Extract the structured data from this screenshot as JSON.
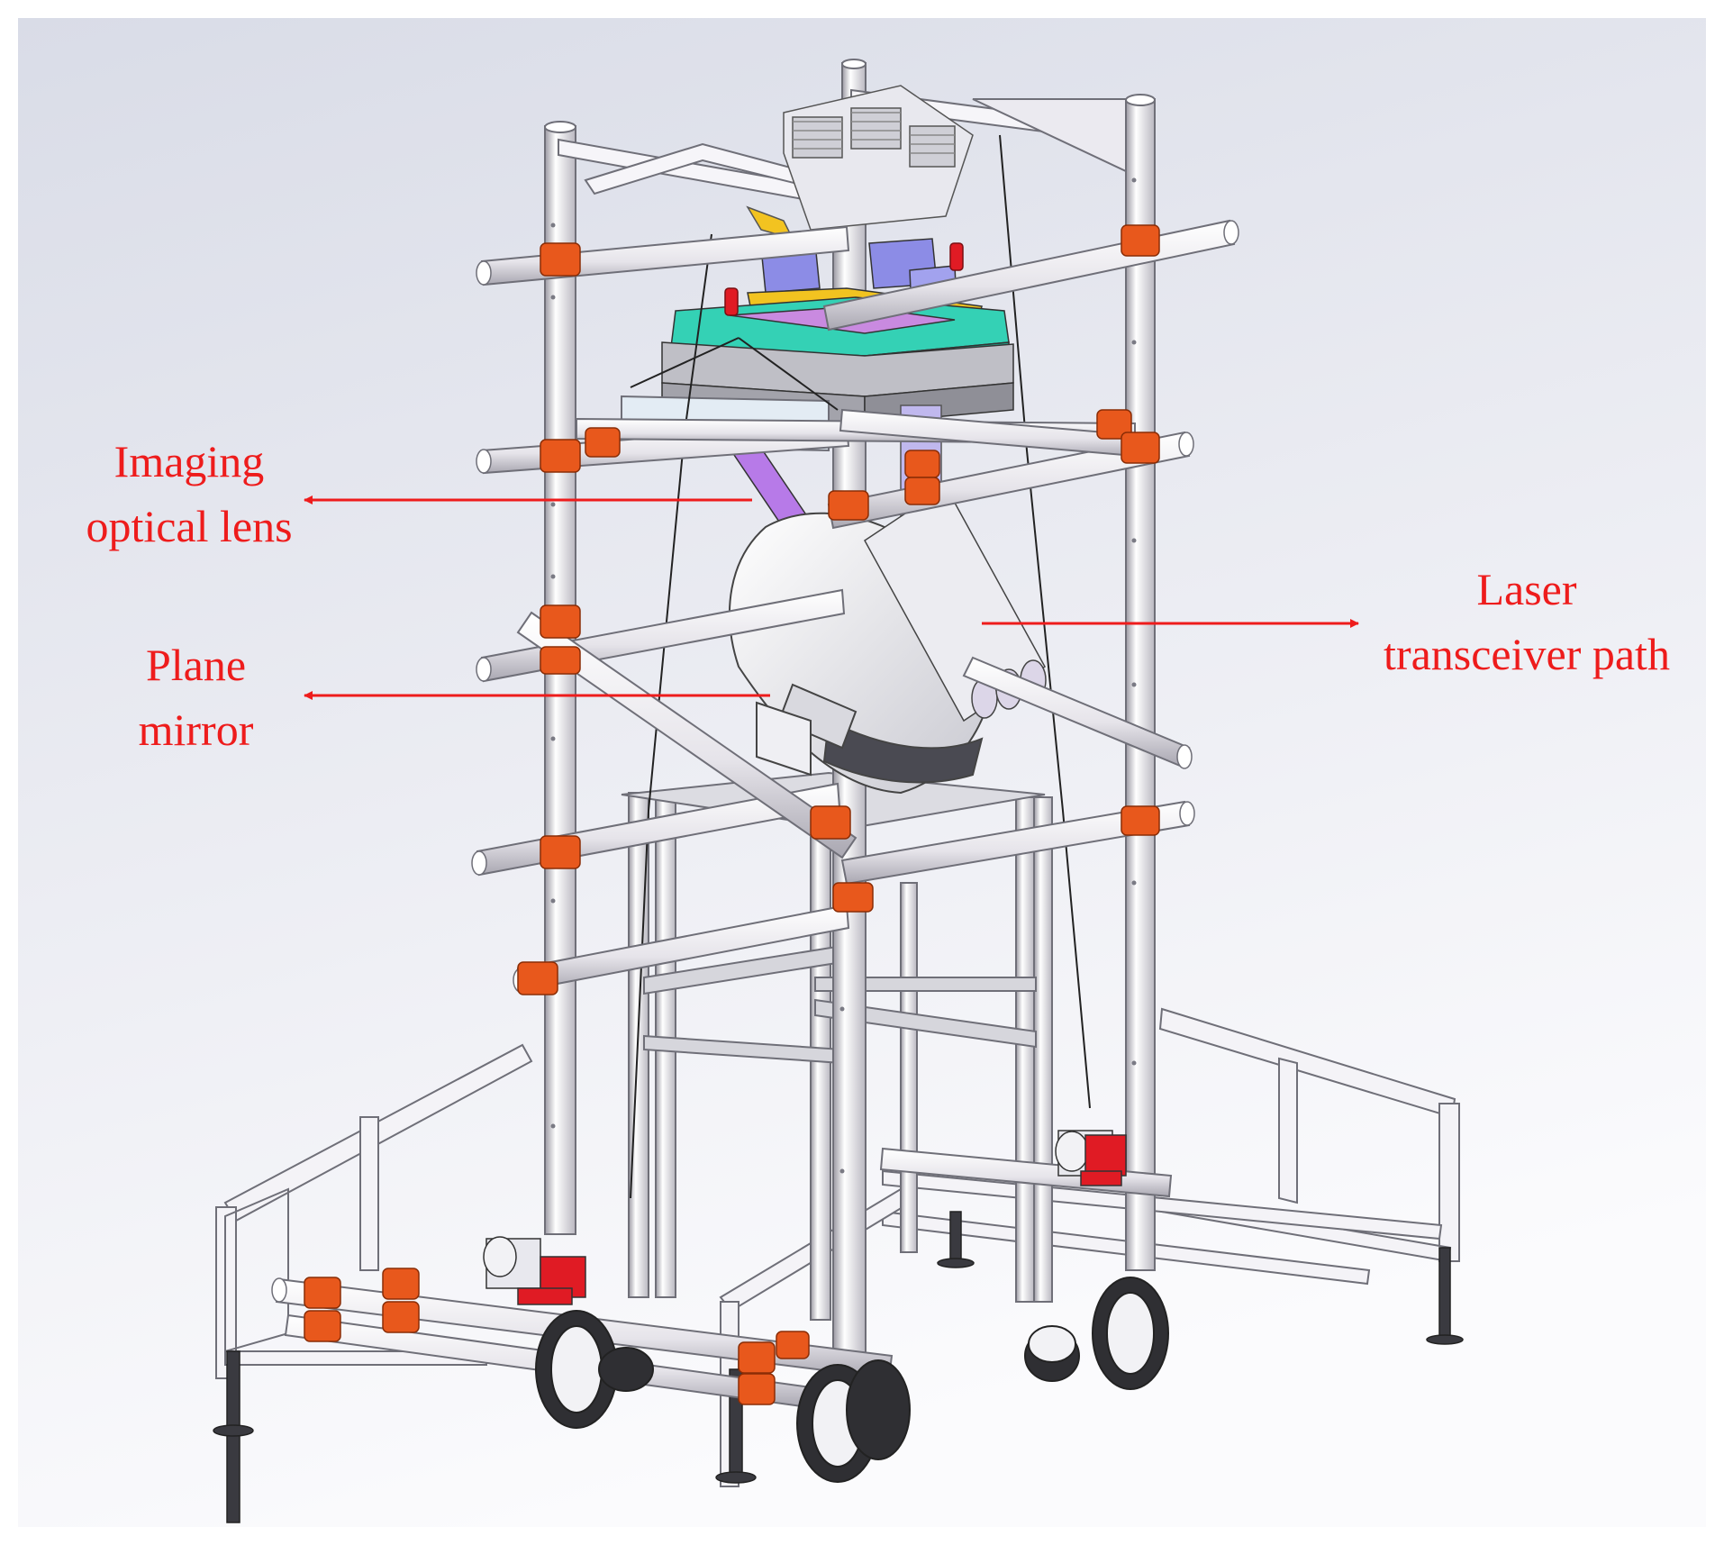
{
  "colors": {
    "annotation": "#ee1c1c",
    "frame_tube": "#f1eff4",
    "frame_edge": "#6f6f78",
    "clamp": "#e8581c",
    "motor_red": "#e01b24",
    "plate_teal": "#34d1b5",
    "block_purple": "#8c8ce6",
    "lens_violet": "#b77ae8",
    "bracket_yellow": "#f2c320",
    "platform_gray": "#c9c9cc",
    "caster_dark": "#2f2f33"
  },
  "annotations": [
    {
      "id": "imaging-lens",
      "lines": [
        "Imaging",
        "optical lens"
      ]
    },
    {
      "id": "plane-mirror",
      "lines": [
        "Plane",
        "mirror"
      ]
    },
    {
      "id": "laser-path",
      "lines": [
        "Laser",
        "transceiver path"
      ]
    }
  ]
}
